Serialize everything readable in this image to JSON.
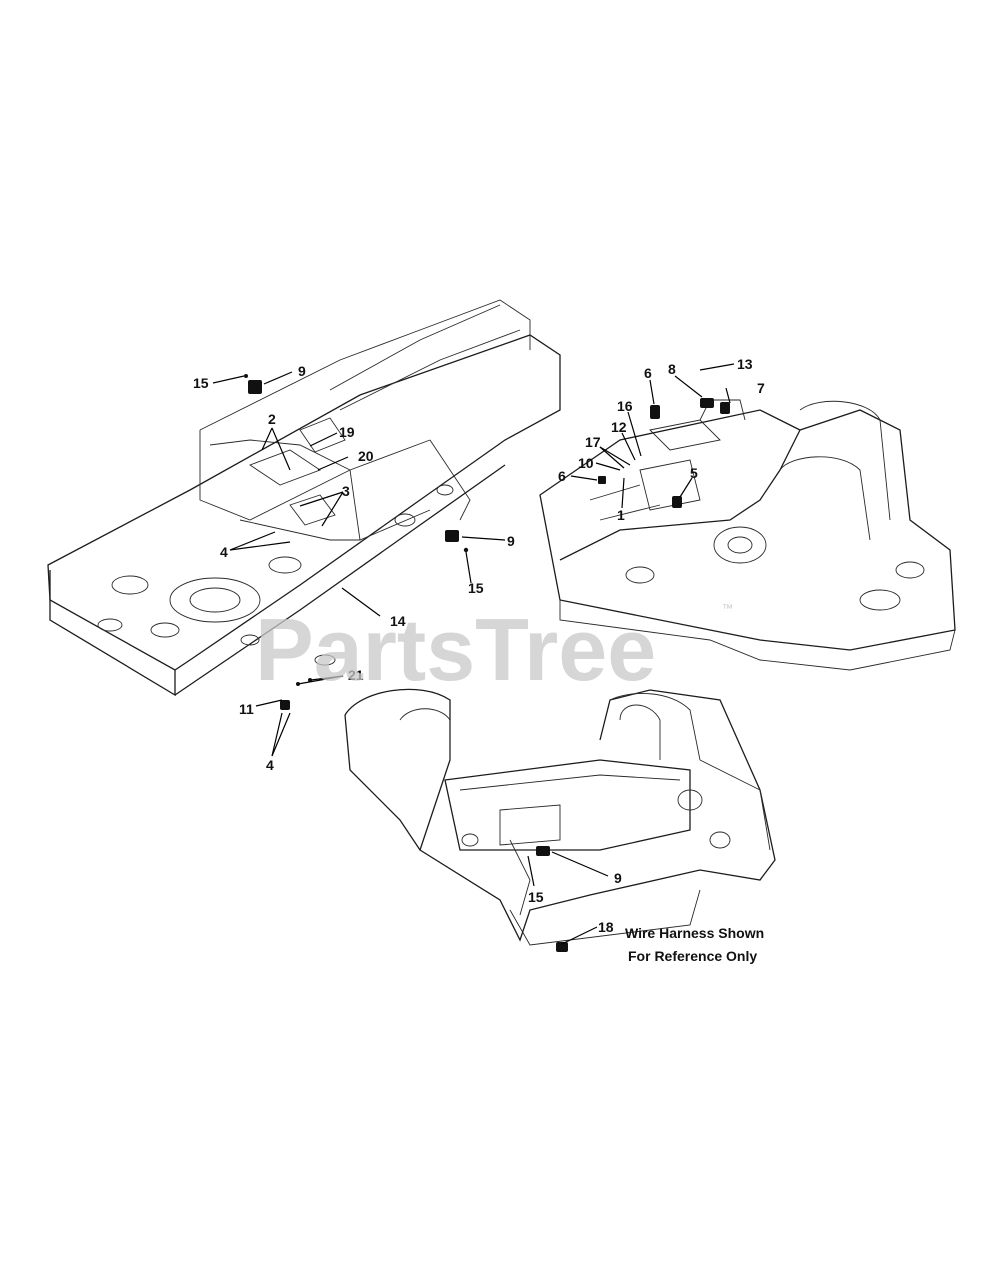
{
  "watermark": {
    "text": "PartsTree",
    "trademark": "™"
  },
  "note": {
    "line1": "Wire Harness Shown",
    "line2": "For Reference Only"
  },
  "callouts": {
    "c1": "1",
    "c2": "2",
    "c3": "3",
    "c4a": "4",
    "c4b": "4",
    "c5": "5",
    "c6a": "6",
    "c6b": "6",
    "c7": "7",
    "c8": "8",
    "c9a": "9",
    "c9b": "9",
    "c9c": "9",
    "c10": "10",
    "c11": "11",
    "c12": "12",
    "c13": "13",
    "c14": "14",
    "c15a": "15",
    "c15b": "15",
    "c15c": "15",
    "c16": "16",
    "c17": "17",
    "c18": "18",
    "c19": "19",
    "c20": "20",
    "c21": "21"
  }
}
